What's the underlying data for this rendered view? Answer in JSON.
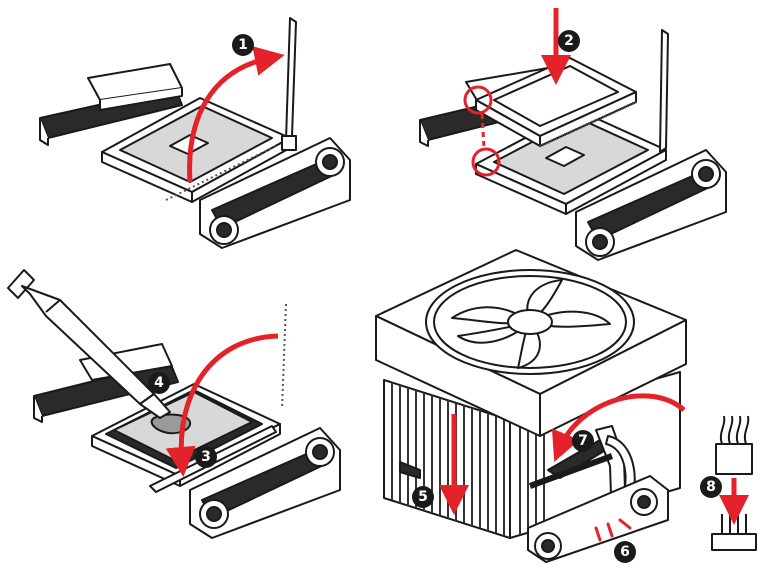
{
  "steps": [
    {
      "number": "1"
    },
    {
      "number": "2"
    },
    {
      "number": "3"
    },
    {
      "number": "4"
    },
    {
      "number": "5"
    },
    {
      "number": "6"
    },
    {
      "number": "7"
    },
    {
      "number": "8"
    }
  ],
  "colors": {
    "arrow": "#e4222a",
    "outline": "#1a1a1a",
    "fill_light": "#ffffff",
    "fill_dark": "#222222",
    "fill_grey": "#d8d8d8",
    "paste": "#9a9a9a",
    "badge": "#1a1a1a"
  }
}
